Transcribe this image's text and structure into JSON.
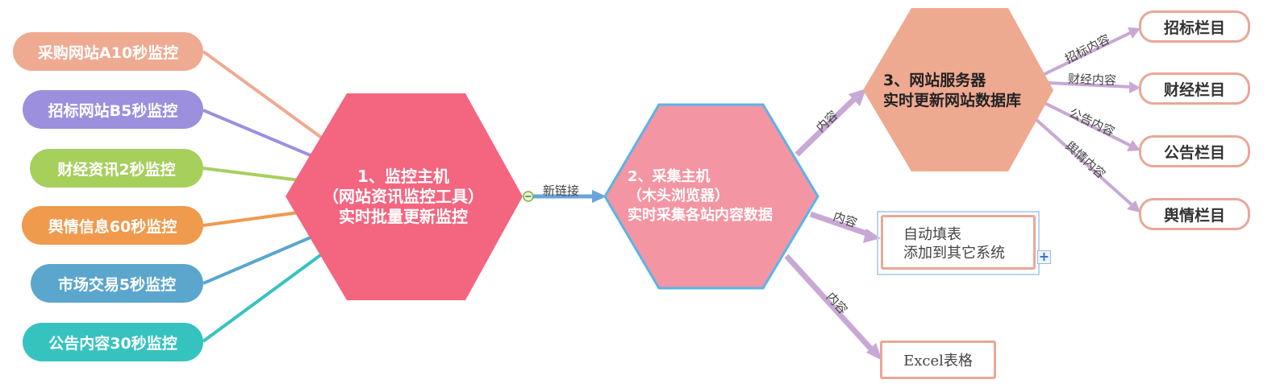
{
  "colors": {
    "hex1": "#f4657f",
    "hex2": "#f495a3",
    "hex2_border": "#59b4e8",
    "hex3": "#eea991",
    "arrow_purple": "#c8a8d4",
    "arrow_blue": "#6aa4dc",
    "box_border": "#e8a898"
  },
  "monitors": [
    {
      "label": "采购网站A10秒监控",
      "color": "#efaa92"
    },
    {
      "label": "招标网站B5秒监控",
      "color": "#9c8fde"
    },
    {
      "label": "财经资讯2秒监控",
      "color": "#a6cf5c"
    },
    {
      "label": "舆情信息60秒监控",
      "color": "#ef9a4c"
    },
    {
      "label": "市场交易5秒监控",
      "color": "#5ba6cd"
    },
    {
      "label": "公告内容30秒监控",
      "color": "#36c3c0"
    }
  ],
  "hub1": {
    "line1": "1、监控主机",
    "line2": "（网站资讯监控工具）",
    "line3": "实时批量更新监控"
  },
  "link1": {
    "label": "新链接",
    "collapse_icon": "minus-circle-icon"
  },
  "hub2": {
    "line1": "2、采集主机",
    "line2": "（木头浏览器）",
    "line3": "实时采集各站内容数据"
  },
  "hub3": {
    "line1": "3、网站服务器",
    "line2": "实时更新网站数据库"
  },
  "edges2": {
    "to_server": "内容",
    "to_form": "内容",
    "to_excel": "内容"
  },
  "form_box": {
    "line1": "自动填表",
    "line2": "添加到其它系统",
    "expand_icon": "plus-square-icon"
  },
  "excel_box": {
    "label": "Excel表格"
  },
  "columns": [
    {
      "edge": "招标内容",
      "label": "招标栏目"
    },
    {
      "edge": "财经内容",
      "label": "财经栏目"
    },
    {
      "edge": "公告内容",
      "label": "公告栏目"
    },
    {
      "edge": "舆情内容",
      "label": "舆情栏目"
    }
  ]
}
